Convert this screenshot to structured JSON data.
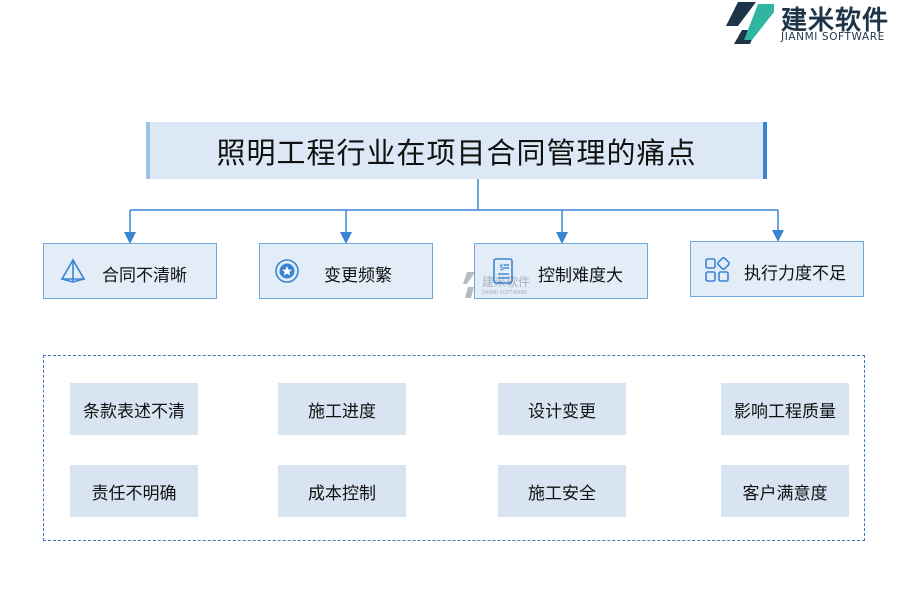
{
  "logo": {
    "name_cn": "建米软件",
    "name_en": "JIANMI SOFTWARE"
  },
  "title": "照明工程行业在项目合同管理的痛点",
  "categories": [
    {
      "label": "合同不清晰",
      "icon": "pyramid-icon"
    },
    {
      "label": "变更频繁",
      "icon": "star-badge-icon"
    },
    {
      "label": "控制难度大",
      "icon": "document-dollar-icon"
    },
    {
      "label": "执行力度不足",
      "icon": "grid-shapes-icon"
    }
  ],
  "watermark": {
    "name_cn": "建米软件",
    "name_en": "JIANMI SOFTWARE"
  },
  "details": [
    "条款表述不清",
    "施工进度",
    "设计变更",
    "影响工程质量",
    "责任不明确",
    "成本控制",
    "施工安全",
    "客户满意度"
  ],
  "colors": {
    "accent": "#3a84d4",
    "box_fill": "#e3edf8",
    "item_fill": "#d8e4f1",
    "title_fill": "#dce8f5"
  }
}
